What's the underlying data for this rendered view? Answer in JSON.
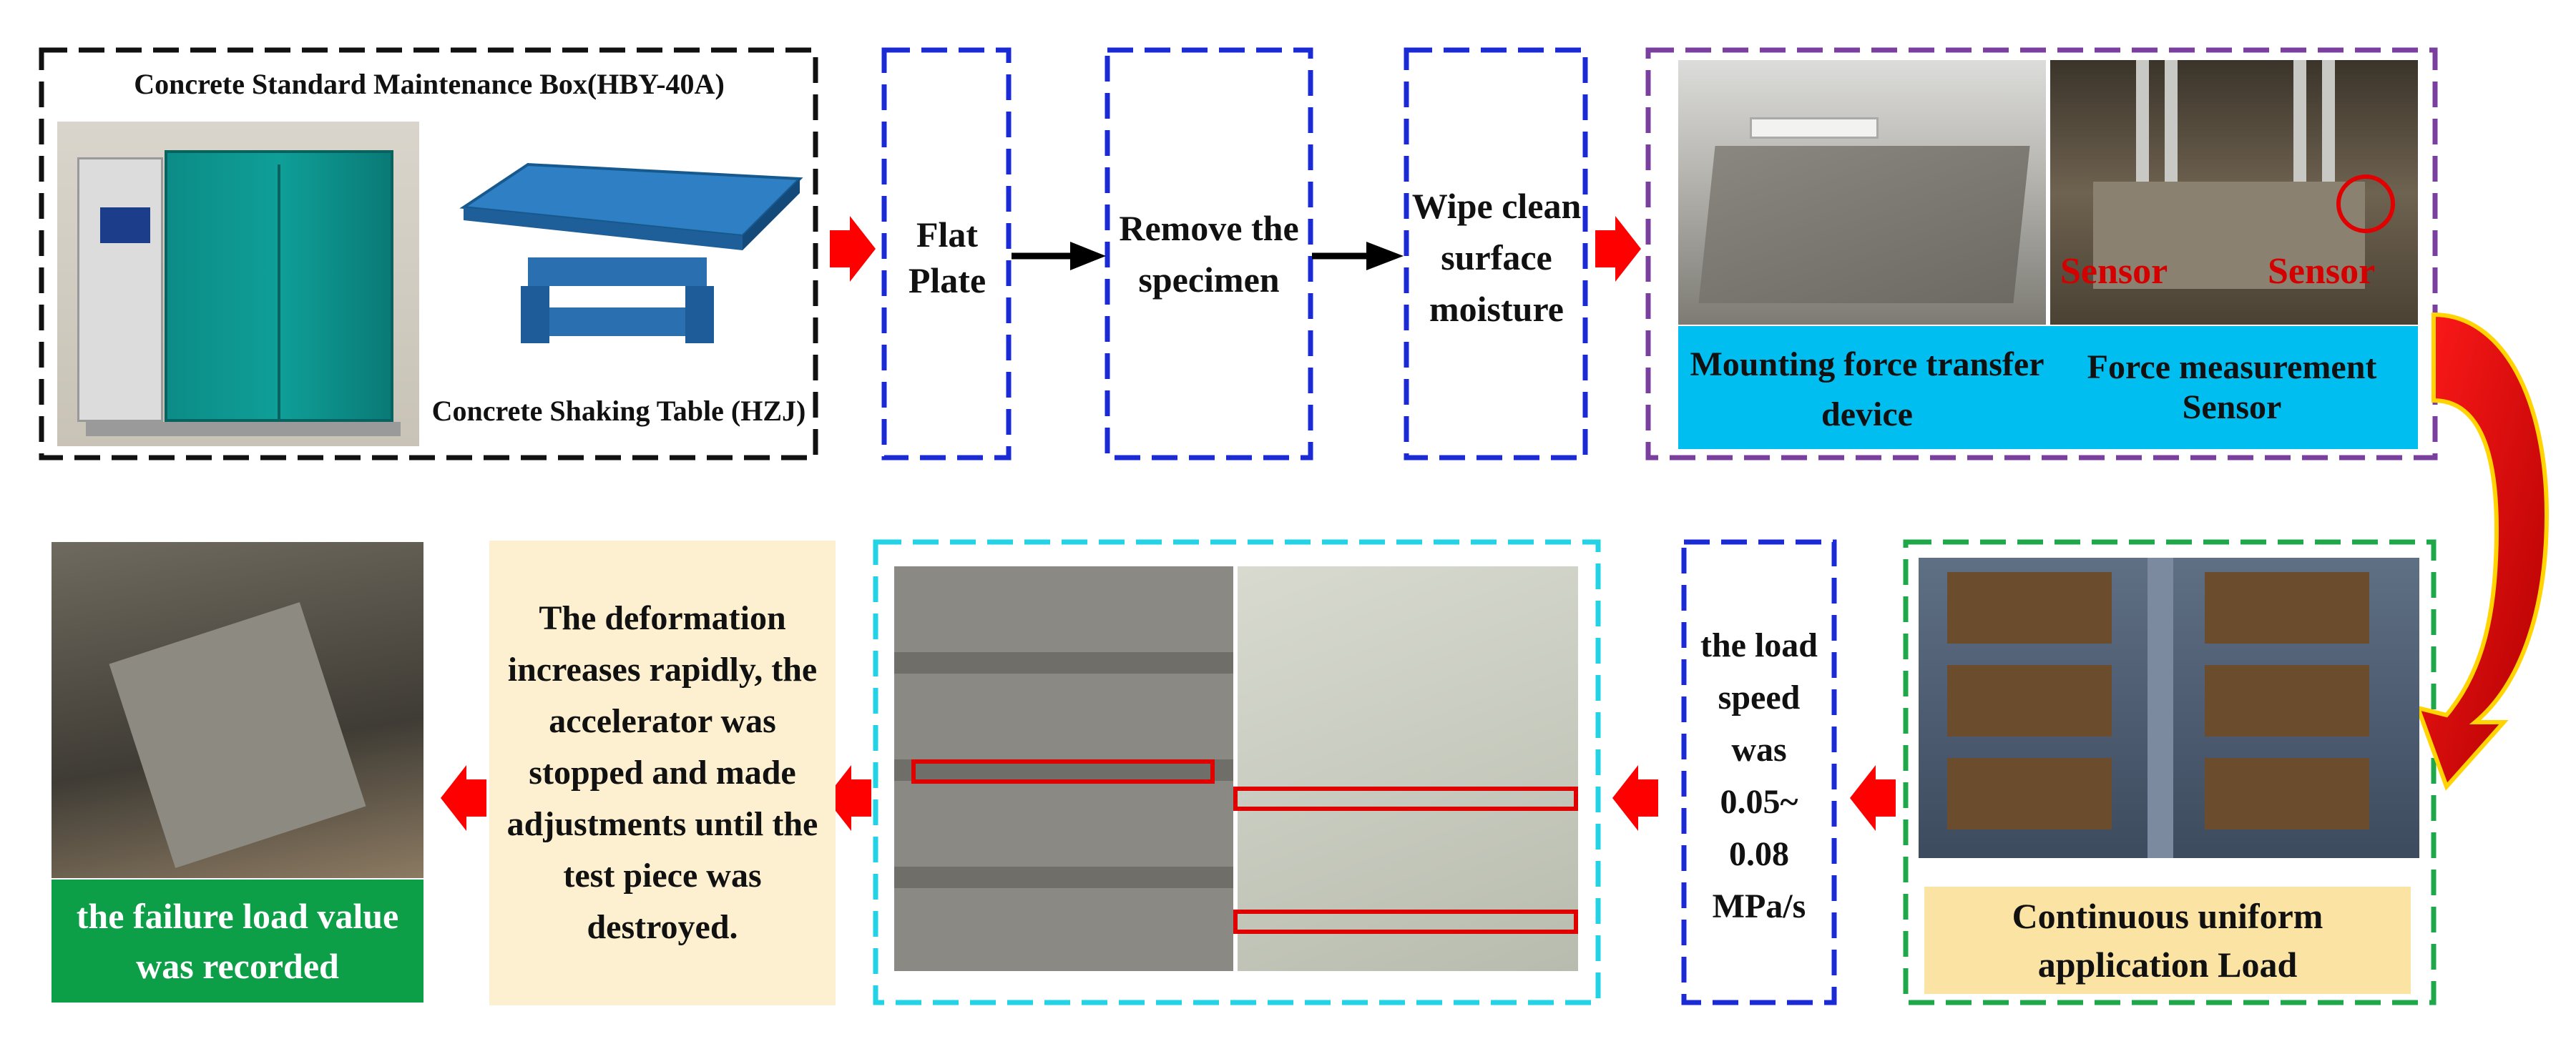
{
  "top_row": {
    "equipment_box": {
      "maintenance_box_label": "Concrete Standard Maintenance Box(HBY-40A)",
      "shaking_table_label": "Concrete Shaking Table (HZJ)"
    },
    "step_flat_plate": "Flat Plate",
    "step_remove": "Remove the specimen",
    "step_wipe": "Wipe clean surface moisture",
    "mounting_box": {
      "caption_left": "Mounting force transfer device",
      "caption_right": "Force measurement Sensor",
      "sensor_label_1": "Sensor",
      "sensor_label_2": "Sensor"
    }
  },
  "bottom_row": {
    "continuous_load_caption": "Continuous uniform application Load",
    "load_speed": "the load speed was 0.05~ 0.08 MPa/s",
    "deformation_text": "The deformation increases rapidly, the accelerator was stopped and made adjustments until the test piece was destroyed.",
    "failure_caption": "the failure load value was recorded"
  },
  "colors": {
    "black_dash": "#111111",
    "blue_dash": "#1a2bd6",
    "purple_dash": "#7b3fa0",
    "cyan_dash": "#22d3e6",
    "green_dash": "#1ea84a",
    "red_arrow": "#ff0000",
    "caption_cyan": "#00bff0",
    "caption_tan": "#fbe3a3",
    "caption_cream": "#fdf0d0",
    "caption_green": "#0d9e48"
  }
}
